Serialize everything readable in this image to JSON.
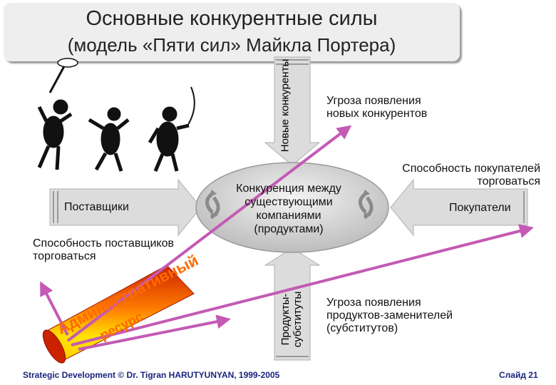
{
  "title": {
    "line1": "Основные конкурентные силы",
    "line2": "(модель «Пяти сил» Майкла Портера)"
  },
  "forces": {
    "new_entrants": "Новые конкуренты",
    "new_entrants_threat": [
      "Угроза появления",
      "новых конкурентов"
    ],
    "buyers_power": [
      "Способность покупателей",
      "торговаться"
    ],
    "buyers": "Покупатели",
    "suppliers": "Поставщики",
    "suppliers_power": [
      "Способность поставщиков",
      "торговаться"
    ],
    "substitutes": [
      "Продукты-",
      "субституты"
    ],
    "substitutes_threat": [
      "Угроза появления",
      "продуктов-заменителей",
      "(субститутов)"
    ]
  },
  "center": [
    "Конкуренция между",
    "существующими",
    "компаниями",
    "(продуктами)"
  ],
  "admin_resource": {
    "line1": "Административный",
    "line2": "ресурс"
  },
  "footer": {
    "credit": "Strategic Development © Dr. Tigran HARUTYUNYAN, 1999-2005",
    "slide": "Слайд 21"
  },
  "colors": {
    "arrow_fill": "#dcdcdc",
    "pink_arrow": "#c45ab4",
    "cylinder": "#cc2200",
    "cylinder_highlight": "#ffe400",
    "text_orange": "#ff6a00",
    "footer": "#1a237e"
  },
  "icons": [
    "cavemen-icon",
    "cycle-arrows-icon"
  ]
}
